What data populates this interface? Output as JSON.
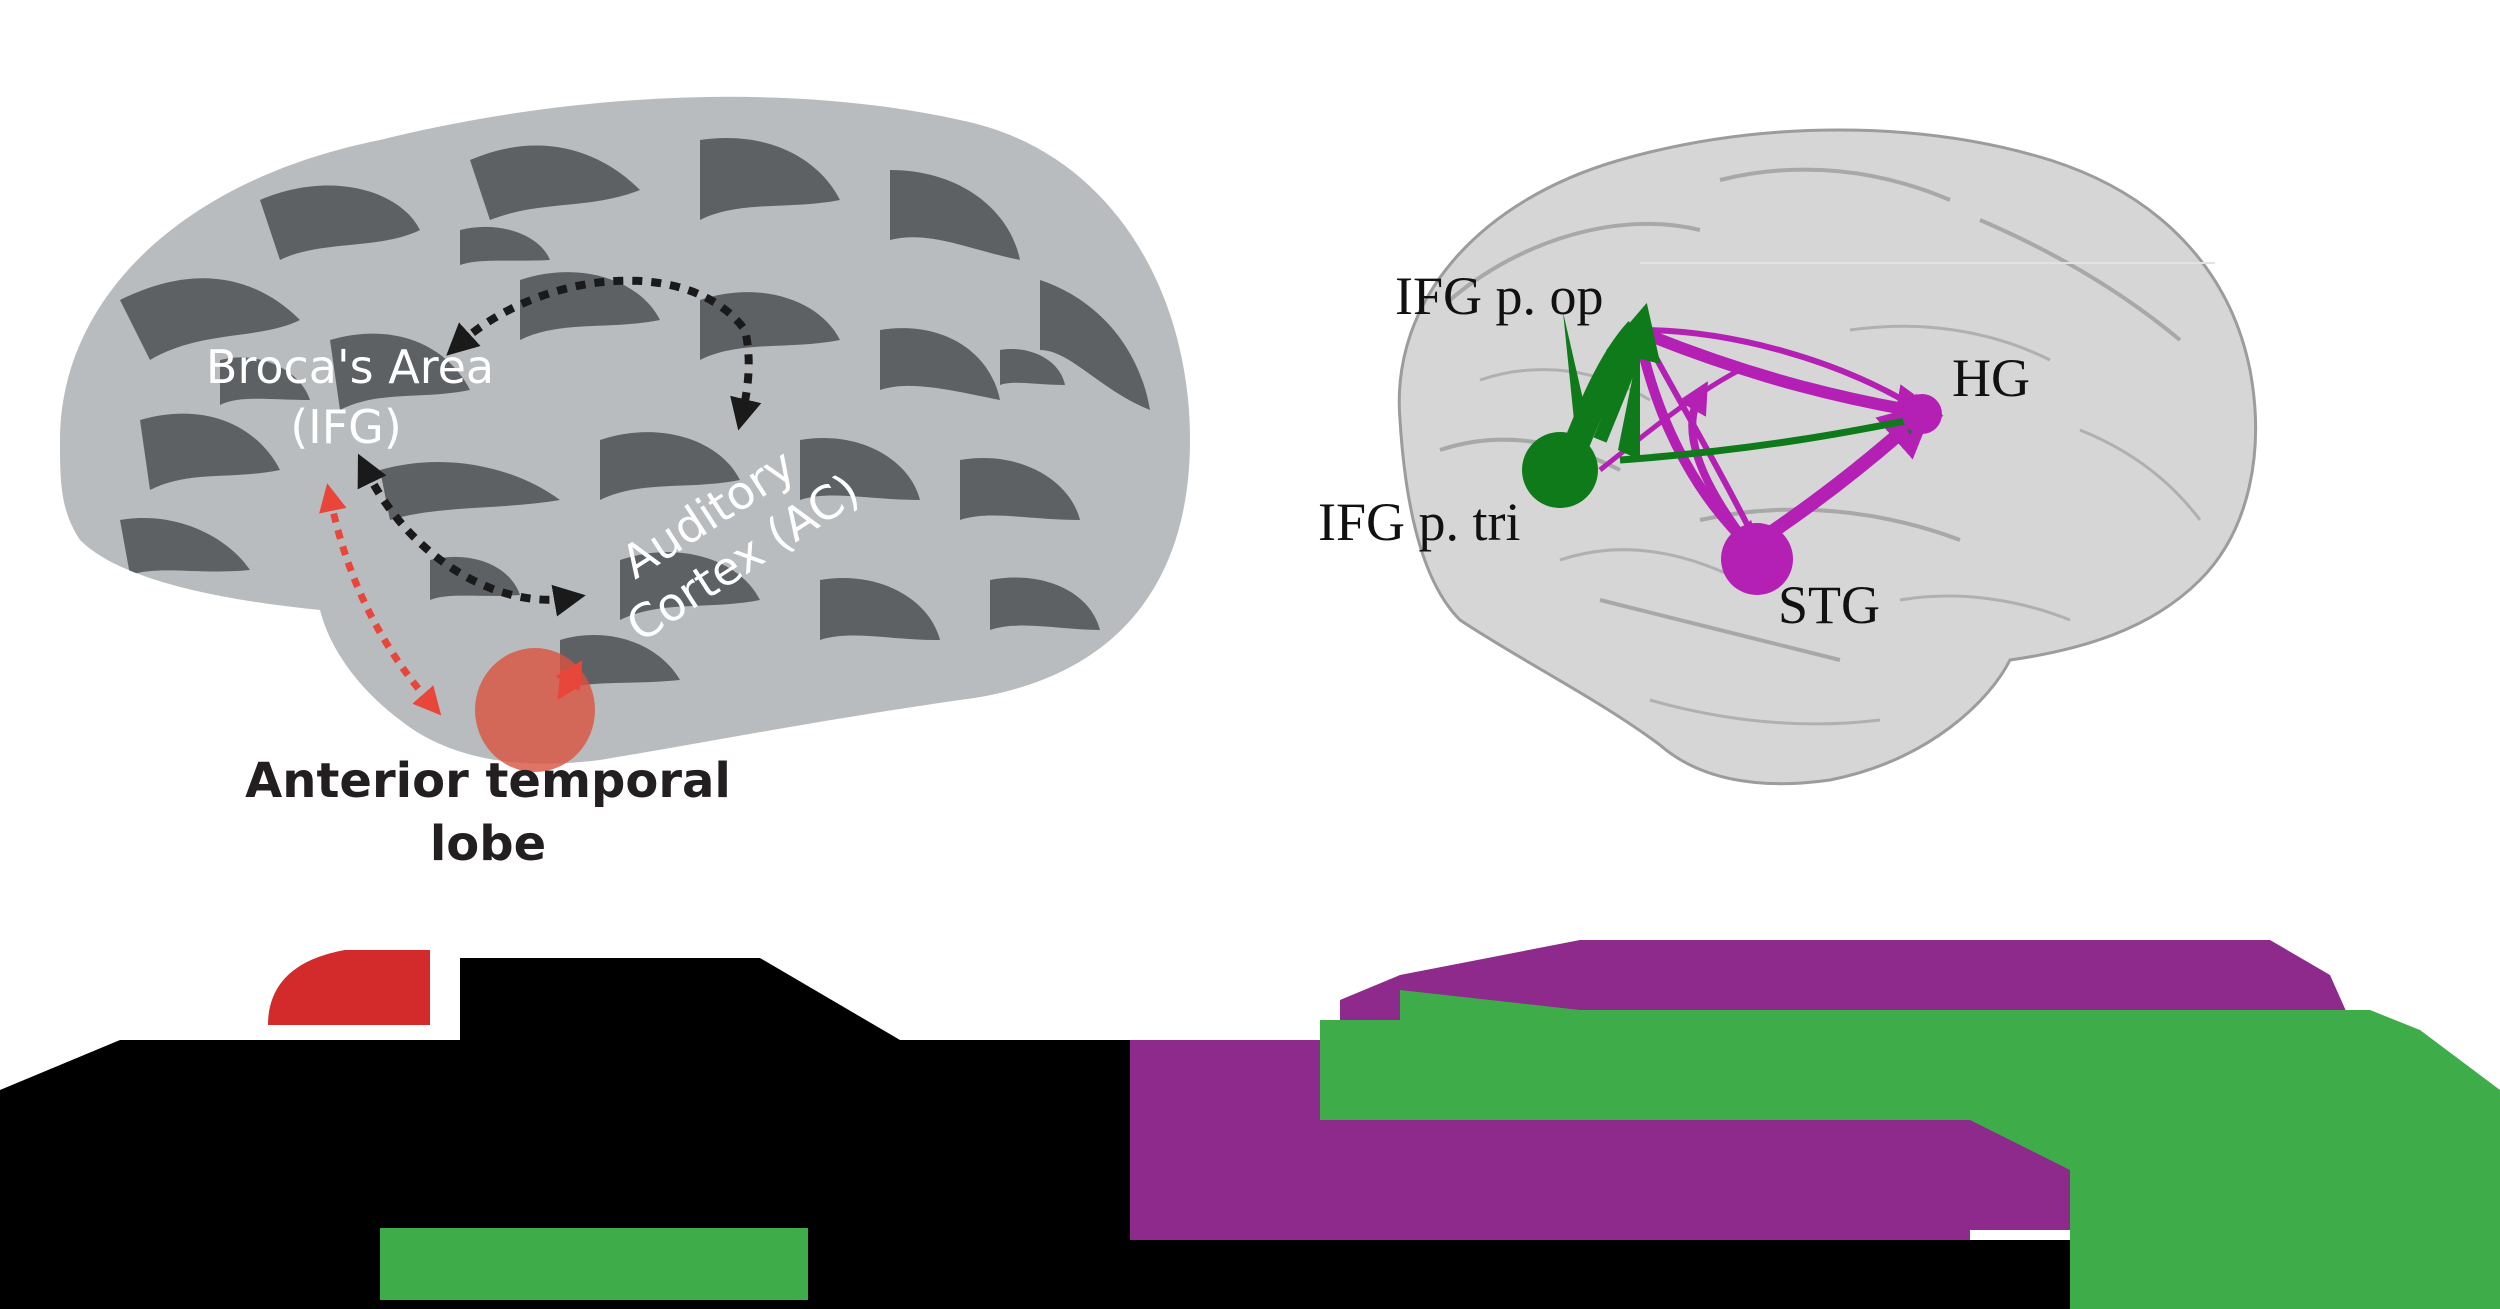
{
  "left_panel": {
    "label_brocas_area": "Broca's Area",
    "label_ifg": "(IFG)",
    "label_auditory": "Auditory",
    "label_cortex_ac": "Cortex (AC)",
    "label_atl_line1": "Anterior temporal",
    "label_atl_line2": "lobe"
  },
  "right_panel": {
    "node_ifg_p_op": "IFG p. op",
    "node_ifg_p_tri": "IFG p. tri",
    "node_hg": "HG",
    "node_stg": "STG"
  },
  "colors": {
    "atl_region": "#d9533f",
    "red_arrows": "#e8463a",
    "black_arrows": "#1a1a1a",
    "green_edges": "#0f7a1a",
    "magenta_edges": "#b41fb4",
    "legend_red": "#d32b2b",
    "legend_magenta": "#8e2a8c",
    "legend_green": "#3fac4a"
  }
}
